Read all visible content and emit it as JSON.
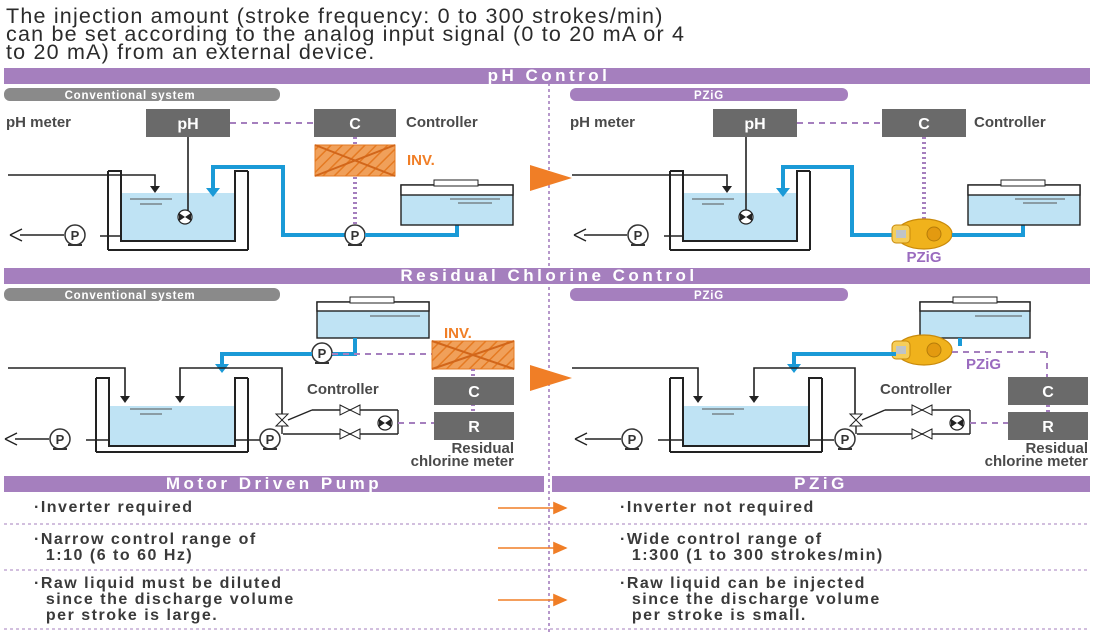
{
  "intro": [
    "The injection amount (stroke frequency: 0 to 300 strokes/min)",
    "can be set according to the analog input signal (0 to 20 mA or 4",
    "to 20 mA)  from an external device."
  ],
  "sections": {
    "ph_control": "pH Control",
    "chlorine_control": "Residual Chlorine Control"
  },
  "tags": {
    "conventional": "Conventional system",
    "pzig": "PZiG"
  },
  "labels": {
    "ph_meter": "pH meter",
    "ph": "pH",
    "c": "C",
    "r": "R",
    "p": "P",
    "controller": "Controller",
    "inv": "INV.",
    "pzig": "PZiG",
    "residual_1": "Residual",
    "residual_2": "chlorine meter"
  },
  "comparison": {
    "left_header": "Motor Driven Pump",
    "right_header": "PZiG",
    "rows": [
      {
        "left": [
          "·Inverter required"
        ],
        "right": [
          "·Inverter not required"
        ]
      },
      {
        "left": [
          "·Narrow control range of",
          "  1:10 (6 to 60 Hz)"
        ],
        "right": [
          "·Wide control range of",
          "  1:300 (1 to 300 strokes/min)"
        ]
      },
      {
        "left": [
          "·Raw liquid must be diluted",
          "  since the discharge volume",
          "  per stroke is large."
        ],
        "right": [
          "·Raw liquid can be injected",
          "  since the discharge volume",
          "  per stroke is small."
        ]
      }
    ]
  },
  "colors": {
    "band": "#a57fbe",
    "tag": "#8a8a8a",
    "box": "#6a6a6a",
    "water": "#bfe3f4",
    "pipe": "#1a9ad7",
    "orange": "#f07e26",
    "dotted": "#a57fbe",
    "pump_yellow": "#f0b21c"
  }
}
